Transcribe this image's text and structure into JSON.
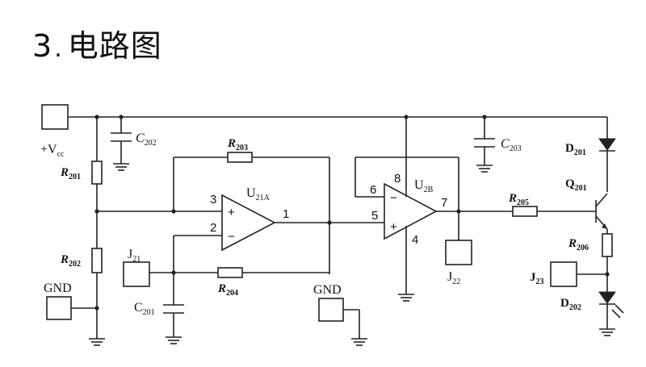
{
  "title": {
    "number": "3",
    "separator": ".",
    "text": "电路图"
  },
  "labels": {
    "vcc_plus": "+V",
    "vcc_sub": "cc",
    "gnd_left": "GND",
    "gnd_mid": "GND",
    "c202": "C",
    "c202_sub": "202",
    "c203": "C",
    "c203_sub": "203",
    "c201": "C",
    "c201_sub": "201",
    "r201": "R",
    "r201_sub": "201",
    "r202": "R",
    "r202_sub": "202",
    "r203": "R",
    "r203_sub": "203",
    "r204": "R",
    "r204_sub": "204",
    "r205": "R",
    "r205_sub": "205",
    "r206": "R",
    "r206_sub": "206",
    "u21a": "U",
    "u21a_sub": "21A",
    "u2b": "U",
    "u2b_sub": "2B",
    "j21": "J",
    "j21_sub": "21",
    "j22": "J",
    "j22_sub": "22",
    "j23": "J",
    "j23_sub": "23",
    "d201": "D",
    "d201_sub": "201",
    "d202": "D",
    "d202_sub": "202",
    "q201": "Q",
    "q201_sub": "201",
    "pin_3": "3",
    "pin_2": "2",
    "pin_1": "1",
    "pin_5": "5",
    "pin_6": "6",
    "pin_7": "7",
    "pin_8": "8",
    "pin_4": "4",
    "plus": "+",
    "minus": "−"
  }
}
